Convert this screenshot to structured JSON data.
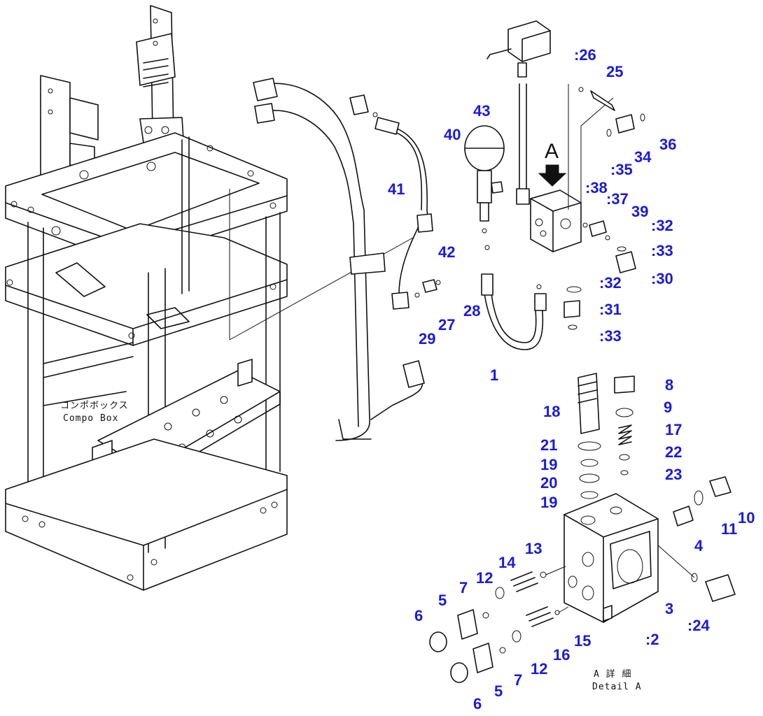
{
  "figure": {
    "view_label": "A",
    "notes": {
      "compo_box_jp": "コンポボックス",
      "compo_box_en": "Compo Box",
      "detail_jp": "A 詳 細",
      "detail_en": "Detail A"
    },
    "callout_color": "#1a1adc",
    "line_color": "#111111",
    "callouts": [
      {
        "id": "c26",
        "text": ":26"
      },
      {
        "id": "c25",
        "text": "25"
      },
      {
        "id": "c43",
        "text": "43"
      },
      {
        "id": "c40",
        "text": "40"
      },
      {
        "id": "c36",
        "text": "36"
      },
      {
        "id": "c34",
        "text": "34"
      },
      {
        "id": "c35",
        "text": ":35"
      },
      {
        "id": "c38",
        "text": ":38"
      },
      {
        "id": "c37",
        "text": ":37"
      },
      {
        "id": "c39",
        "text": "39"
      },
      {
        "id": "c32a",
        "text": ":32"
      },
      {
        "id": "c41",
        "text": "41"
      },
      {
        "id": "c42",
        "text": "42"
      },
      {
        "id": "c33a",
        "text": ":33"
      },
      {
        "id": "c30",
        "text": ":30"
      },
      {
        "id": "c32b",
        "text": ":32"
      },
      {
        "id": "c31",
        "text": ":31"
      },
      {
        "id": "c33b",
        "text": ":33"
      },
      {
        "id": "c28",
        "text": "28"
      },
      {
        "id": "c27",
        "text": "27"
      },
      {
        "id": "c29",
        "text": "29"
      },
      {
        "id": "c1",
        "text": "1"
      },
      {
        "id": "c8",
        "text": "8"
      },
      {
        "id": "c18",
        "text": "18"
      },
      {
        "id": "c9",
        "text": "9"
      },
      {
        "id": "c17",
        "text": "17"
      },
      {
        "id": "c21",
        "text": "21"
      },
      {
        "id": "c22",
        "text": "22"
      },
      {
        "id": "c19a",
        "text": "19"
      },
      {
        "id": "c23",
        "text": "23"
      },
      {
        "id": "c20",
        "text": "20"
      },
      {
        "id": "c19b",
        "text": "19"
      },
      {
        "id": "c10",
        "text": "10"
      },
      {
        "id": "c11",
        "text": "11"
      },
      {
        "id": "c4",
        "text": "4"
      },
      {
        "id": "c13",
        "text": "13"
      },
      {
        "id": "c14",
        "text": "14"
      },
      {
        "id": "c12a",
        "text": "12"
      },
      {
        "id": "c7a",
        "text": "7"
      },
      {
        "id": "c5a",
        "text": "5"
      },
      {
        "id": "c6a",
        "text": "6"
      },
      {
        "id": "c3",
        "text": "3"
      },
      {
        "id": "c2",
        "text": ":2"
      },
      {
        "id": "c24",
        "text": ":24"
      },
      {
        "id": "c15",
        "text": "15"
      },
      {
        "id": "c16",
        "text": "16"
      },
      {
        "id": "c12b",
        "text": "12"
      },
      {
        "id": "c7b",
        "text": "7"
      },
      {
        "id": "c5b",
        "text": "5"
      },
      {
        "id": "c6b",
        "text": "6"
      }
    ]
  }
}
